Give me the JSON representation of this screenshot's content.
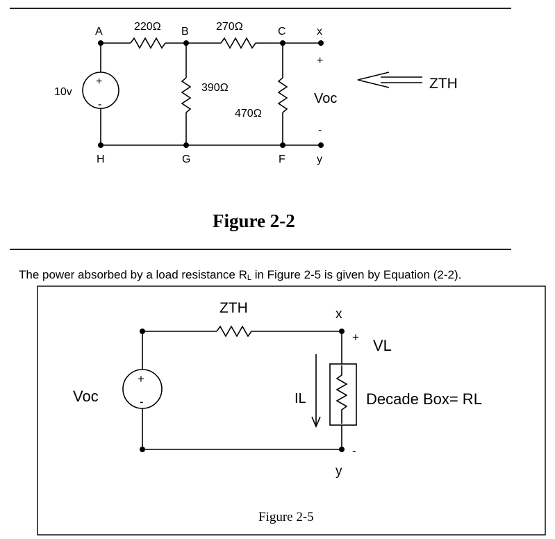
{
  "figure1": {
    "nodes": {
      "A": "A",
      "B": "B",
      "C": "C",
      "H": "H",
      "G": "G",
      "F": "F",
      "x": "x",
      "y": "y"
    },
    "resistors": {
      "r_ab": "220Ω",
      "r_bc": "270Ω",
      "r_bg": "390Ω",
      "r_cf": "470Ω"
    },
    "source": "10v",
    "plus": "+",
    "minus": "-",
    "voc": "Voc",
    "zth": "ZTH",
    "title": "Figure 2-2"
  },
  "sentence": {
    "before": "The power absorbed by a load resistance R",
    "sub": "L",
    "after": " in Figure 2-5 is given by Equation (2-2)."
  },
  "figure2": {
    "zth": "ZTH",
    "voc": "Voc",
    "x": "x",
    "y": "y",
    "plus": "+",
    "minus": "-",
    "vl": "VL",
    "il": "IL",
    "decade_box": "Decade Box= RL",
    "title": "Figure 2-5"
  }
}
